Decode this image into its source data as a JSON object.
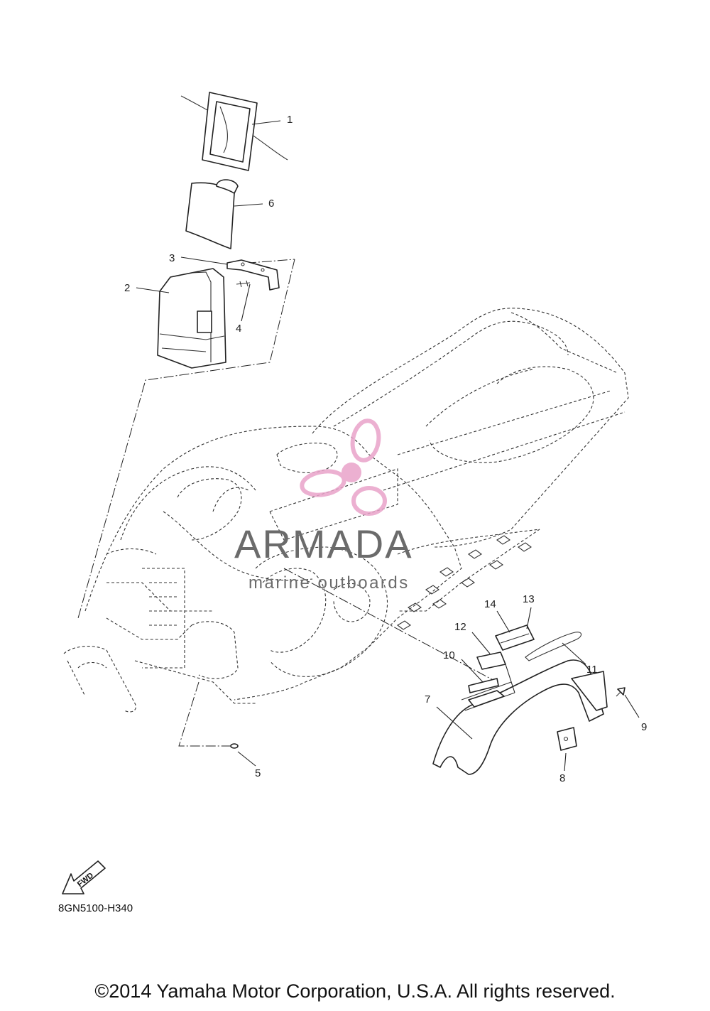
{
  "callouts": [
    {
      "id": "1",
      "label": "1"
    },
    {
      "id": "2",
      "label": "2"
    },
    {
      "id": "3",
      "label": "3"
    },
    {
      "id": "4",
      "label": "4"
    },
    {
      "id": "5",
      "label": "5"
    },
    {
      "id": "6",
      "label": "6"
    },
    {
      "id": "7",
      "label": "7"
    },
    {
      "id": "8",
      "label": "8"
    },
    {
      "id": "9",
      "label": "9"
    },
    {
      "id": "10",
      "label": "10"
    },
    {
      "id": "11",
      "label": "11"
    },
    {
      "id": "12",
      "label": "12"
    },
    {
      "id": "13",
      "label": "13"
    },
    {
      "id": "14",
      "label": "14"
    }
  ],
  "forward_arrow": {
    "label": "FWD",
    "icon": "fwd-arrow-icon"
  },
  "diagram_code": "8GN5100-H340",
  "copyright": "©2014 Yamaha Motor Corporation, U.S.A. All rights reserved.",
  "watermark": {
    "brand": "ARMADA",
    "tagline": "marine outboards",
    "logo_color": "#e9a3c9",
    "text_color": "#6b6b6b",
    "icon": "propeller-logo-icon"
  }
}
